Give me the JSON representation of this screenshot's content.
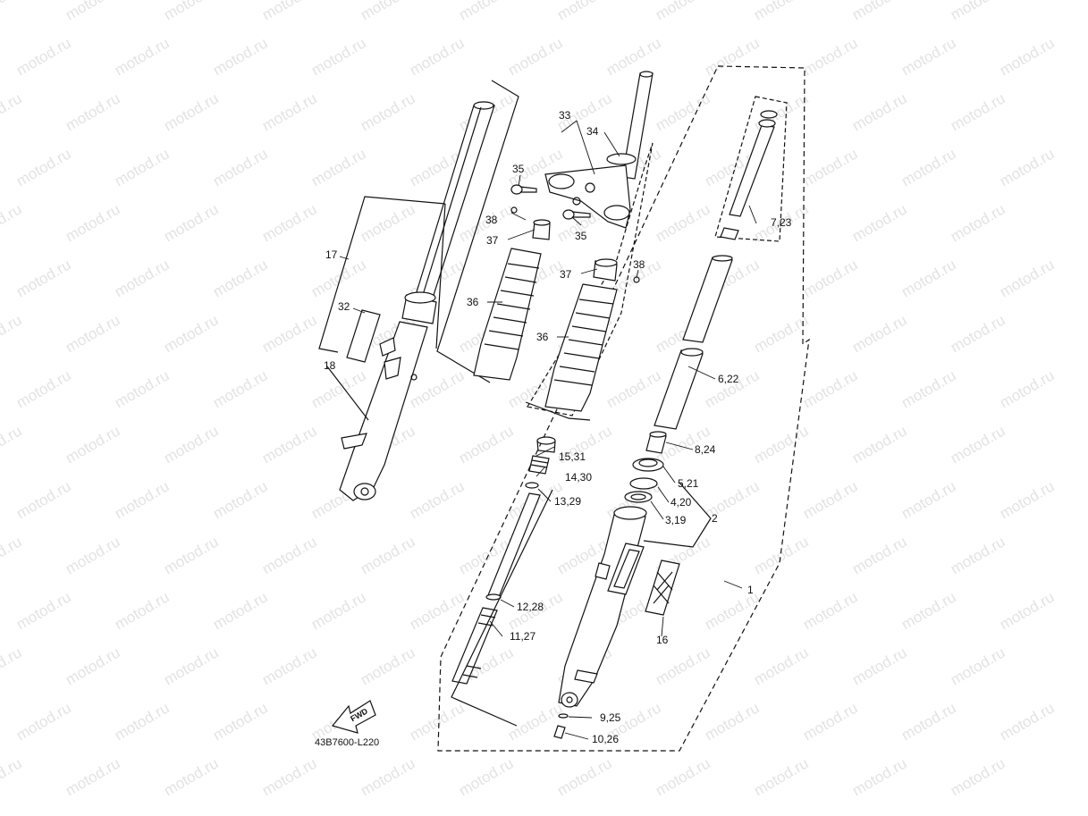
{
  "watermark": "motod.ru",
  "drawing_code": "43B7600-L220",
  "fwd_label": "FWD",
  "callouts": {
    "c1": "1",
    "c2": "2",
    "c319": "3,19",
    "c420": "4,20",
    "c521": "5,21",
    "c622": "6,22",
    "c723": "7,23",
    "c824": "8,24",
    "c925": "9,25",
    "c1026": "10,26",
    "c1127": "11,27",
    "c1228": "12,28",
    "c1329": "13,29",
    "c1430": "14,30",
    "c1531": "15,31",
    "c16": "16",
    "c17": "17",
    "c18": "18",
    "c32": "32",
    "c33": "33",
    "c34": "34",
    "c35a": "35",
    "c35b": "35",
    "c36a": "36",
    "c36b": "36",
    "c37a": "37",
    "c37b": "37",
    "c38a": "38",
    "c38b": "38"
  }
}
